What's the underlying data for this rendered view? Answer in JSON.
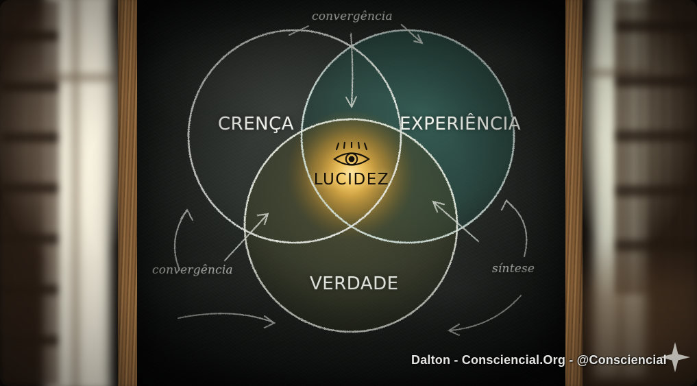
{
  "diagram": {
    "type": "venn-3-circle",
    "title_visible": false,
    "circles": [
      {
        "id": "crenca",
        "label": "CRENÇA",
        "position": "top-left",
        "fill_color": "#4a4f4a",
        "stroke_color": "#e6eae4"
      },
      {
        "id": "experiencia",
        "label": "EXPERIÊNCIA",
        "position": "top-right",
        "fill_color": "#2e5a52",
        "stroke_color": "#cfe3dd"
      },
      {
        "id": "verdade",
        "label": "VERDADE",
        "position": "bottom",
        "fill_color": "#4c4f35",
        "stroke_color": "#e3e7dd"
      }
    ],
    "center": {
      "label": "LUCIDEZ",
      "icon": "eye-icon",
      "glow_color": "#f3c košte"
    },
    "annotations": [
      {
        "id": "conv-top",
        "text": "convergência",
        "position": "top"
      },
      {
        "id": "conv-left",
        "text": "convergência",
        "position": "bottom-left"
      },
      {
        "id": "sintese",
        "text": "síntese",
        "position": "bottom-right"
      }
    ]
  },
  "center": {
    "label": "LUCIDEZ",
    "icon_name": "eye-icon"
  },
  "labels": {
    "crenca": "CRENÇA",
    "experiencia": "EXPERIÊNCIA",
    "verdade": "VERDADE",
    "convergencia_top": "convergência",
    "convergencia_left": "convergência",
    "sintese": "síntese"
  },
  "watermark": {
    "text": "Dalton - Consciencial.Org - @Consciencial",
    "logo_icon": "sparkle-star-icon"
  },
  "colors": {
    "board_background": "#262a27",
    "frame_wood": "#8a6239",
    "chalk_white": "#e8ece6",
    "circle_experiencia": "#2e5a52",
    "circle_verdade": "#4c4f35",
    "circle_crenca": "#4a4f4a",
    "center_glow": "#f5c860",
    "lucidez_text": "#120e05",
    "watermark_text": "#e6e6e4"
  }
}
